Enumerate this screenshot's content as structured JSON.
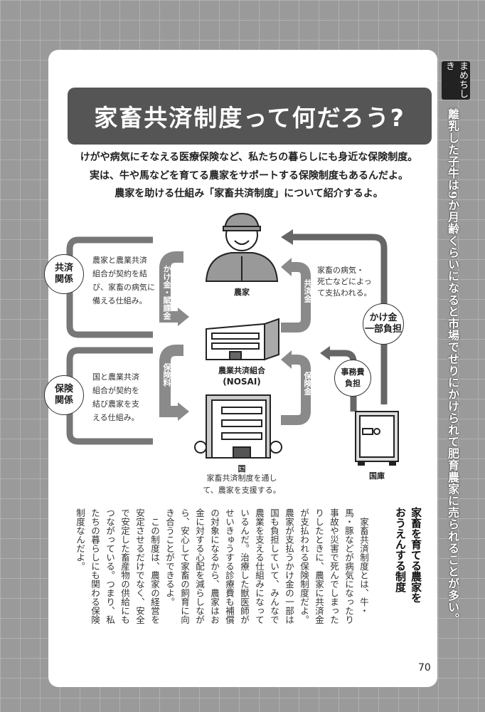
{
  "title": "家畜共済制度って何だろう?",
  "intro": [
    "けがや病気にそなえる医療保険など、私たちの暮らしにも身近な保険制度。",
    "実は、牛や馬などを育てる農家をサポートする保険制度もあるんだよ。",
    "農家を助ける仕組み「家畜共済制度」について紹介するよ。"
  ],
  "diagram": {
    "farmer": "農家",
    "nosai": "農業共済組合",
    "nosai_abbr": "(NOSAI)",
    "country": "国",
    "country_desc": [
      "家畜共済制度を通し",
      "て、農家を支援する。"
    ],
    "treasury": "国庫",
    "kyosai_relation": [
      "共済",
      "関係"
    ],
    "kyosai_desc": [
      "農家と農業共済",
      "組合が契約を結",
      "び、家畜の病気に",
      "備える仕組み。"
    ],
    "hoken_relation": [
      "保険",
      "関係"
    ],
    "hoken_desc": [
      "国と農業共済",
      "組合が契約を",
      "結び農家を支",
      "える仕組み。"
    ],
    "arrow_kakekin": "かけ金・賦課金",
    "arrow_hokenryo": "保険料",
    "arrow_kyosaikin": "共済金",
    "arrow_hokenkin": "保険金",
    "kyosaikin_desc": [
      "家畜の病気・",
      "死亡などによっ",
      "て支払われる。"
    ],
    "kakekin_share": [
      "かけ金",
      "一部負担"
    ],
    "jimuhi_share": [
      "事務費",
      "負担"
    ]
  },
  "article": {
    "heading": [
      "家畜を育てる農家を",
      "おうえんする制度"
    ],
    "columns": [
      "　家畜共済制度とは、牛・",
      "馬・豚などが病気になったり",
      "事故や災害で死んでしまった",
      "りしたときに、農家に共済金",
      "が支払われる保険制度だよ。",
      "農家が支払うかけ金の一部は",
      "国も負担していて、みんなで",
      "農業を支える仕組みになって",
      "いるんだ。治療した獣医師が",
      "せいきゅうする診療費も補償",
      "の対象になるから、農家はお",
      "金に対する心配を減らしなが",
      "ら、安心して家畜の飼育に向",
      "き合うことができるよ。",
      "　この制度は、農家の経営を",
      "安定させるだけでなく、安全",
      "で安定した畜産物の供給にも",
      "つながっている。つまり、私",
      "たちの暮らしにも関わる保険",
      "制度なんだよ。"
    ]
  },
  "sidebar": {
    "label": "まめちしき",
    "text": "離乳した子牛は9か月齢くらいになると市場でせりにかけられて肥育農家に売られることが多い。"
  },
  "page_number": "70"
}
